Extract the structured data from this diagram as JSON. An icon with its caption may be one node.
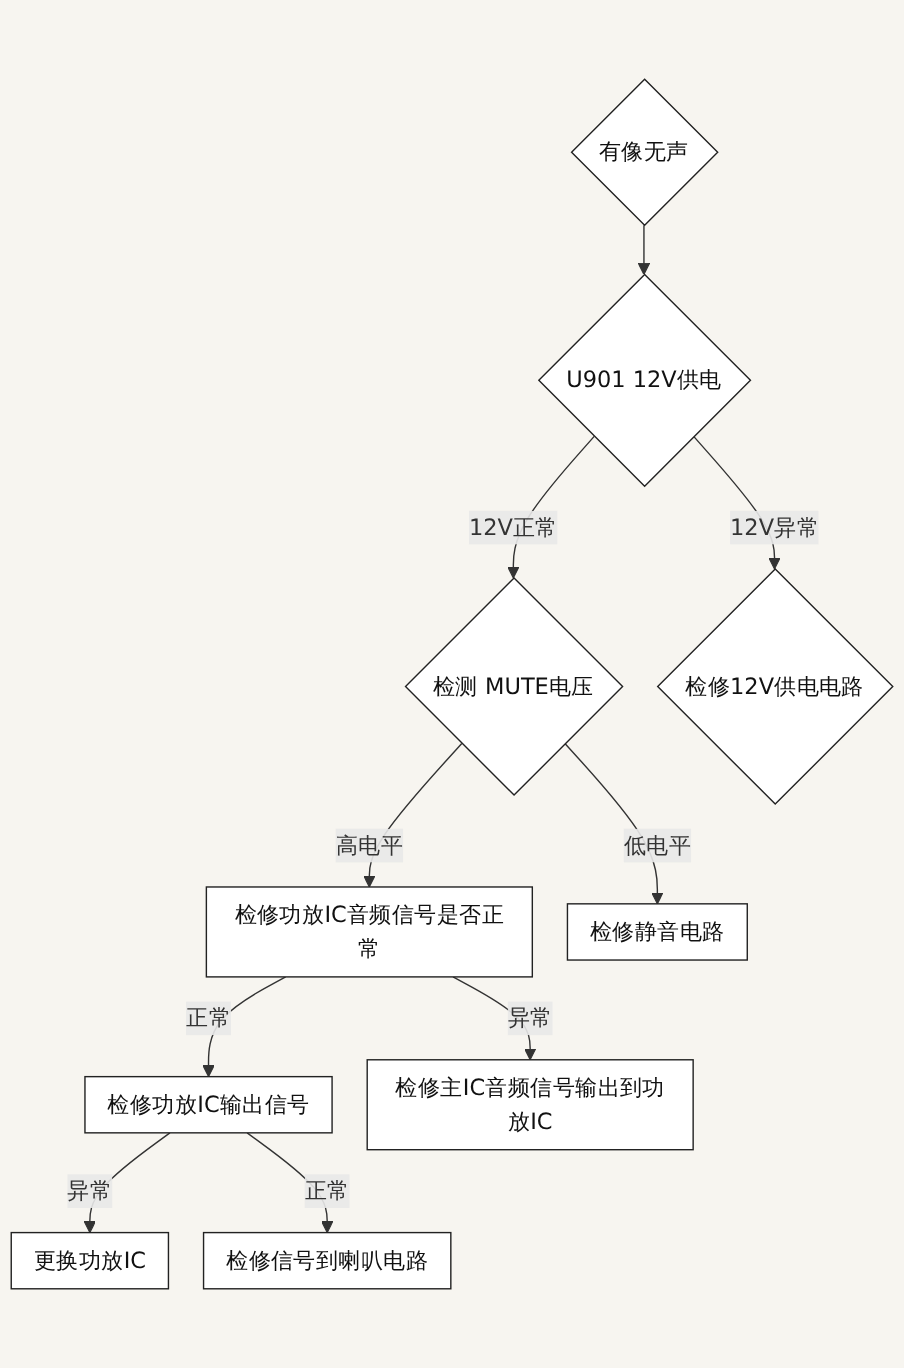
{
  "diagram": {
    "nodes": [
      {
        "text": [
          "有像无声"
        ]
      },
      {
        "text": [
          "U901 12V供电"
        ]
      },
      {
        "text": [
          "检测 MUTE电压"
        ]
      },
      {
        "text": [
          "检修12V供电电路"
        ]
      },
      {
        "text": [
          "检修功放IC音频信号是否正常"
        ]
      },
      {
        "text": [
          "检修静音电路"
        ]
      },
      {
        "text": [
          "检修功放IC输出信号"
        ]
      },
      {
        "text": [
          "检修主IC音频信号输出到功放IC"
        ]
      },
      {
        "text": [
          "更换功放IC"
        ]
      },
      {
        "text": [
          "检修信号到喇叭电路"
        ]
      }
    ],
    "edges": [
      {
        "from": 0,
        "to": 1,
        "arrow": "to"
      },
      {
        "from": 1,
        "to": 2,
        "arrow": "to",
        "label": "12V正常"
      },
      {
        "from": 1,
        "to": 3,
        "arrow": "to",
        "label": "12V异常"
      },
      {
        "from": 2,
        "to": 4,
        "arrow": "to",
        "label": "高电平"
      },
      {
        "from": 2,
        "to": 5,
        "arrow": "to",
        "label": "低电平"
      },
      {
        "from": 4,
        "to": 6,
        "arrow": "to",
        "label": "正常"
      },
      {
        "from": 4,
        "to": 7,
        "arrow": "to",
        "label": "异常"
      },
      {
        "from": 6,
        "to": 8,
        "arrow": "to",
        "label": "异常"
      },
      {
        "from": 6,
        "to": 9,
        "arrow": "to",
        "label": "正常"
      }
    ]
  }
}
